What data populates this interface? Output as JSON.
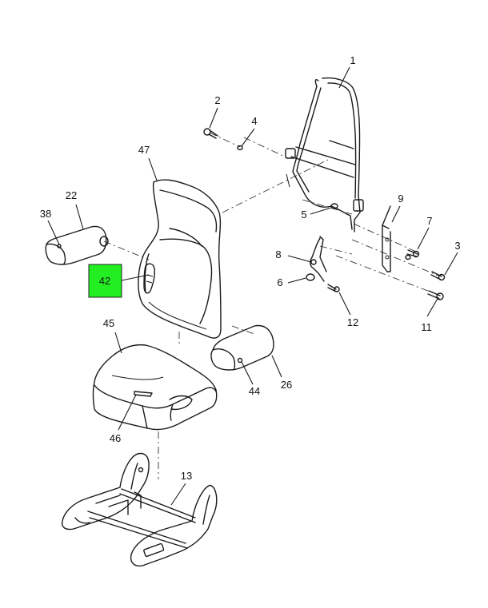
{
  "callouts": {
    "c1": "1",
    "c2": "2",
    "c3": "3",
    "c4": "4",
    "c5": "5",
    "c6": "6",
    "c7": "7",
    "c8": "8",
    "c9": "9",
    "c11": "11",
    "c12": "12",
    "c13": "13",
    "c22": "22",
    "c26": "26",
    "c38": "38",
    "c42": "42",
    "c44": "44",
    "c45": "45",
    "c46": "46",
    "c47": "47"
  },
  "highlight": {
    "part": "42",
    "color": "#22ee22"
  }
}
